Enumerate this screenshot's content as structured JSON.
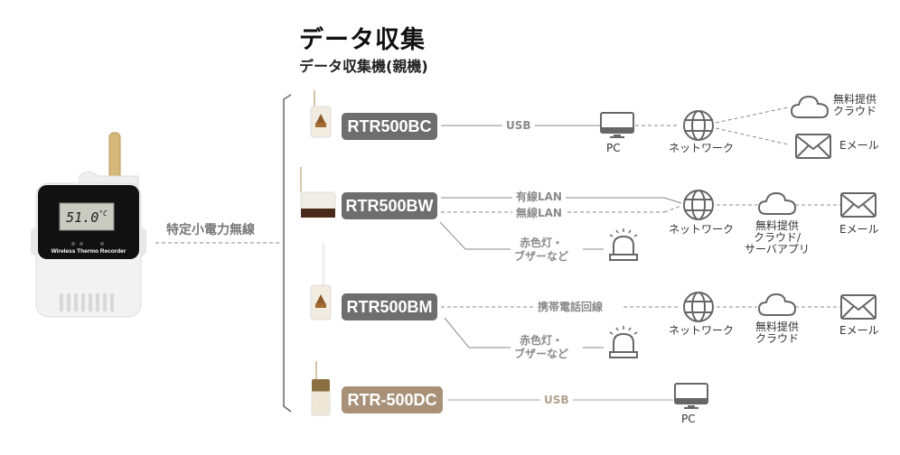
{
  "header": {
    "title": "データ収集",
    "subtitle": "データ収集機(親機)"
  },
  "recorder": {
    "product_label": "Wireless Thermo Recorder",
    "display_value": "51.0",
    "display_unit": "°C",
    "link_label": "特定小電力無線"
  },
  "colors": {
    "badge_gray": "#6e6e6e",
    "badge_tan": "#a89178",
    "line_gray": "#8a8a8a",
    "line_tan": "#b2a08c"
  },
  "rows": [
    {
      "model": "RTR500BC",
      "connection": "USB",
      "targets": [
        "PC",
        "ネットワーク"
      ],
      "network_outputs": [
        {
          "label_line1": "無料提供",
          "label_line2": "クラウド",
          "icon": "cloud-icon"
        },
        {
          "label_line1": "Eメール",
          "icon": "email-icon"
        }
      ]
    },
    {
      "model": "RTR500BW",
      "connections": [
        "有線LAN",
        "無線LAN"
      ],
      "alarm": {
        "line1": "赤色灯・",
        "line2": "ブザーなど"
      },
      "network": "ネットワーク",
      "cloud": {
        "line1": "無料提供",
        "line2": "クラウド/",
        "line3": "サーバアプリ"
      },
      "email": "Eメール"
    },
    {
      "model": "RTR500BM",
      "connection": "携帯電話回線",
      "alarm": {
        "line1": "赤色灯・",
        "line2": "ブザーなど"
      },
      "network": "ネットワーク",
      "cloud": {
        "line1": "無料提供",
        "line2": "クラウド"
      },
      "email": "Eメール"
    },
    {
      "model": "RTR-500DC",
      "connection": "USB",
      "target": "PC"
    }
  ]
}
